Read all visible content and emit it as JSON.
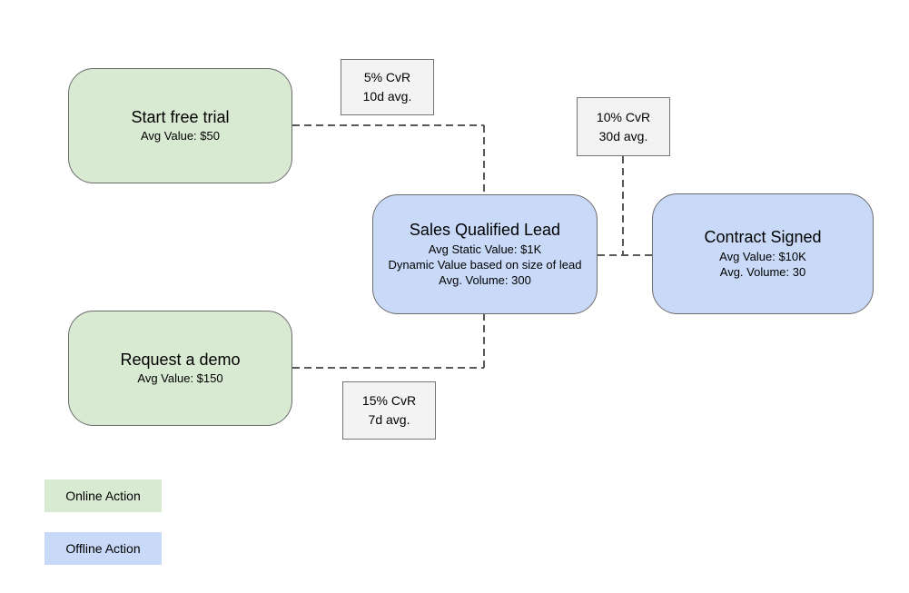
{
  "diagram": {
    "nodes": {
      "start_trial": {
        "title": "Start free trial",
        "subtitle": "Avg Value: $50"
      },
      "request_demo": {
        "title": "Request a demo",
        "subtitle": "Avg Value: $150"
      },
      "sales_qualified_lead": {
        "title": "Sales Qualified Lead",
        "line1": "Avg Static Value: $1K",
        "line2": "Dynamic Value based on size of lead",
        "line3": "Avg. Volume: 300"
      },
      "contract_signed": {
        "title": "Contract Signed",
        "line1": "Avg Value: $10K",
        "line2": "Avg. Volume: 30"
      }
    },
    "edge_labels": {
      "trial_to_sql": {
        "line1": "5% CvR",
        "line2": "10d avg."
      },
      "demo_to_sql": {
        "line1": "15% CvR",
        "line2": "7d avg."
      },
      "sql_to_contract": {
        "line1": "10% CvR",
        "line2": "30d avg."
      }
    },
    "legend": {
      "online": "Online Action",
      "offline": "Offline Action"
    },
    "colors": {
      "online_fill": "#d9ead3",
      "offline_fill": "#c9daf8",
      "edge_label_fill": "#f3f3f3",
      "node_border": "#6b6b6b",
      "connector": "#595959"
    }
  }
}
